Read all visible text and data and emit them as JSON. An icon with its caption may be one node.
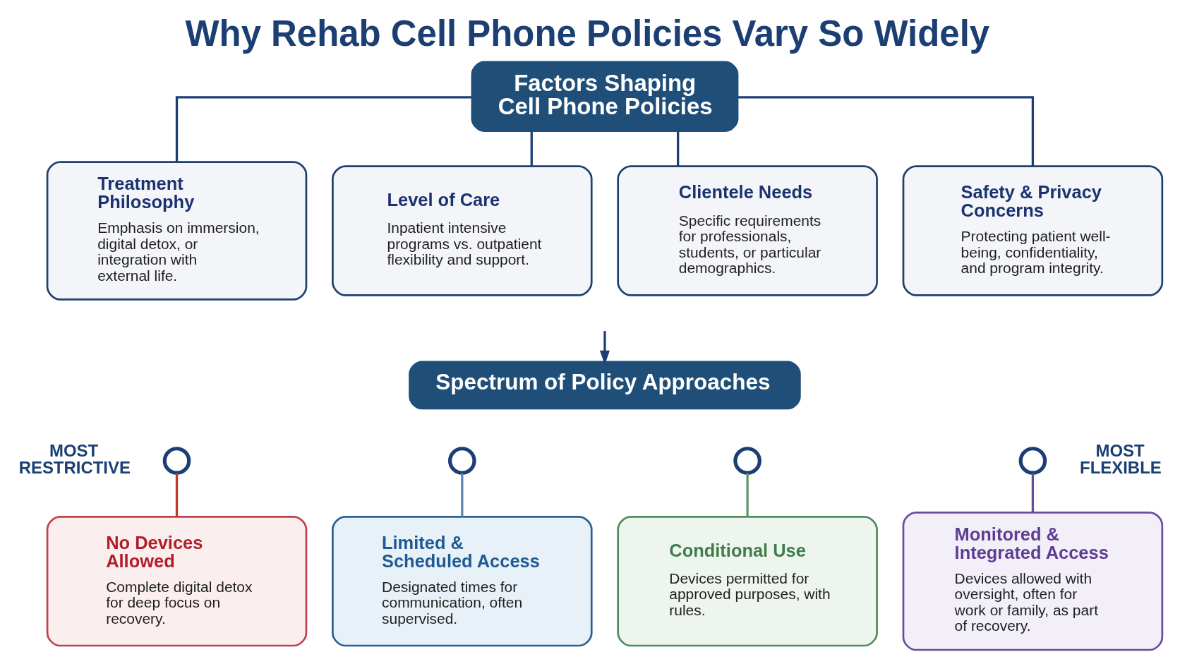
{
  "diagram": {
    "title": "Why Rehab Cell Phone Policies Vary So Widely",
    "nodes": [
      {
        "text": [
          "Factors Shaping Cell Phone Policies"
        ]
      },
      {
        "text": [
          "Treatment Philosophy",
          "Emphasis on immersion, digital detox, or integration with external life."
        ]
      },
      {
        "text": [
          "Level of Care",
          "Inpatient intensive programs vs. outpatient flexibility and support."
        ]
      },
      {
        "text": [
          "Clientele Needs",
          "Specific requirements for professionals, students, or particular demographics."
        ]
      },
      {
        "text": [
          "Safety & Privacy Concerns",
          "Protecting patient well-being, confidentiality, and program integrity."
        ]
      },
      {
        "text": [
          "Spectrum of Policy Approaches"
        ]
      },
      {
        "text": [],
        "shape": "circle"
      },
      {
        "text": [],
        "shape": "circle"
      },
      {
        "text": [],
        "shape": "circle"
      },
      {
        "text": [],
        "shape": "circle"
      },
      {
        "text": [
          "No Devices Allowed",
          "Complete digital detox for deep focus on recovery."
        ]
      },
      {
        "text": [
          "Limited & Scheduled Access",
          "Designated times for communication, often supervised."
        ]
      },
      {
        "text": [
          "Conditional Use",
          "Devices permitted for approved purposes, with rules."
        ]
      },
      {
        "text": [
          "Monitored & Integrated Access",
          "Devices allowed with oversight, often for work or family, as part of recovery."
        ]
      }
    ],
    "edges": [
      {
        "from": 0,
        "to": 1,
        "arrow": "none"
      },
      {
        "from": 0,
        "to": 2,
        "arrow": "none"
      },
      {
        "from": 0,
        "to": 3,
        "arrow": "none"
      },
      {
        "from": 0,
        "to": 4,
        "arrow": "none"
      },
      {
        "from": null,
        "to": 5,
        "arrow": "to"
      },
      {
        "from": 6,
        "to": 10,
        "arrow": "none",
        "color": "#c0392b"
      },
      {
        "from": 7,
        "to": 11,
        "arrow": "none",
        "color": "#5b86b0"
      },
      {
        "from": 8,
        "to": 12,
        "arrow": "none",
        "color": "#5a9a66"
      },
      {
        "from": 9,
        "to": 13,
        "arrow": "none",
        "color": "#6a4c9c"
      }
    ],
    "labels": [
      "MOST RESTRICTIVE",
      "MOST FLEXIBLE"
    ]
  }
}
